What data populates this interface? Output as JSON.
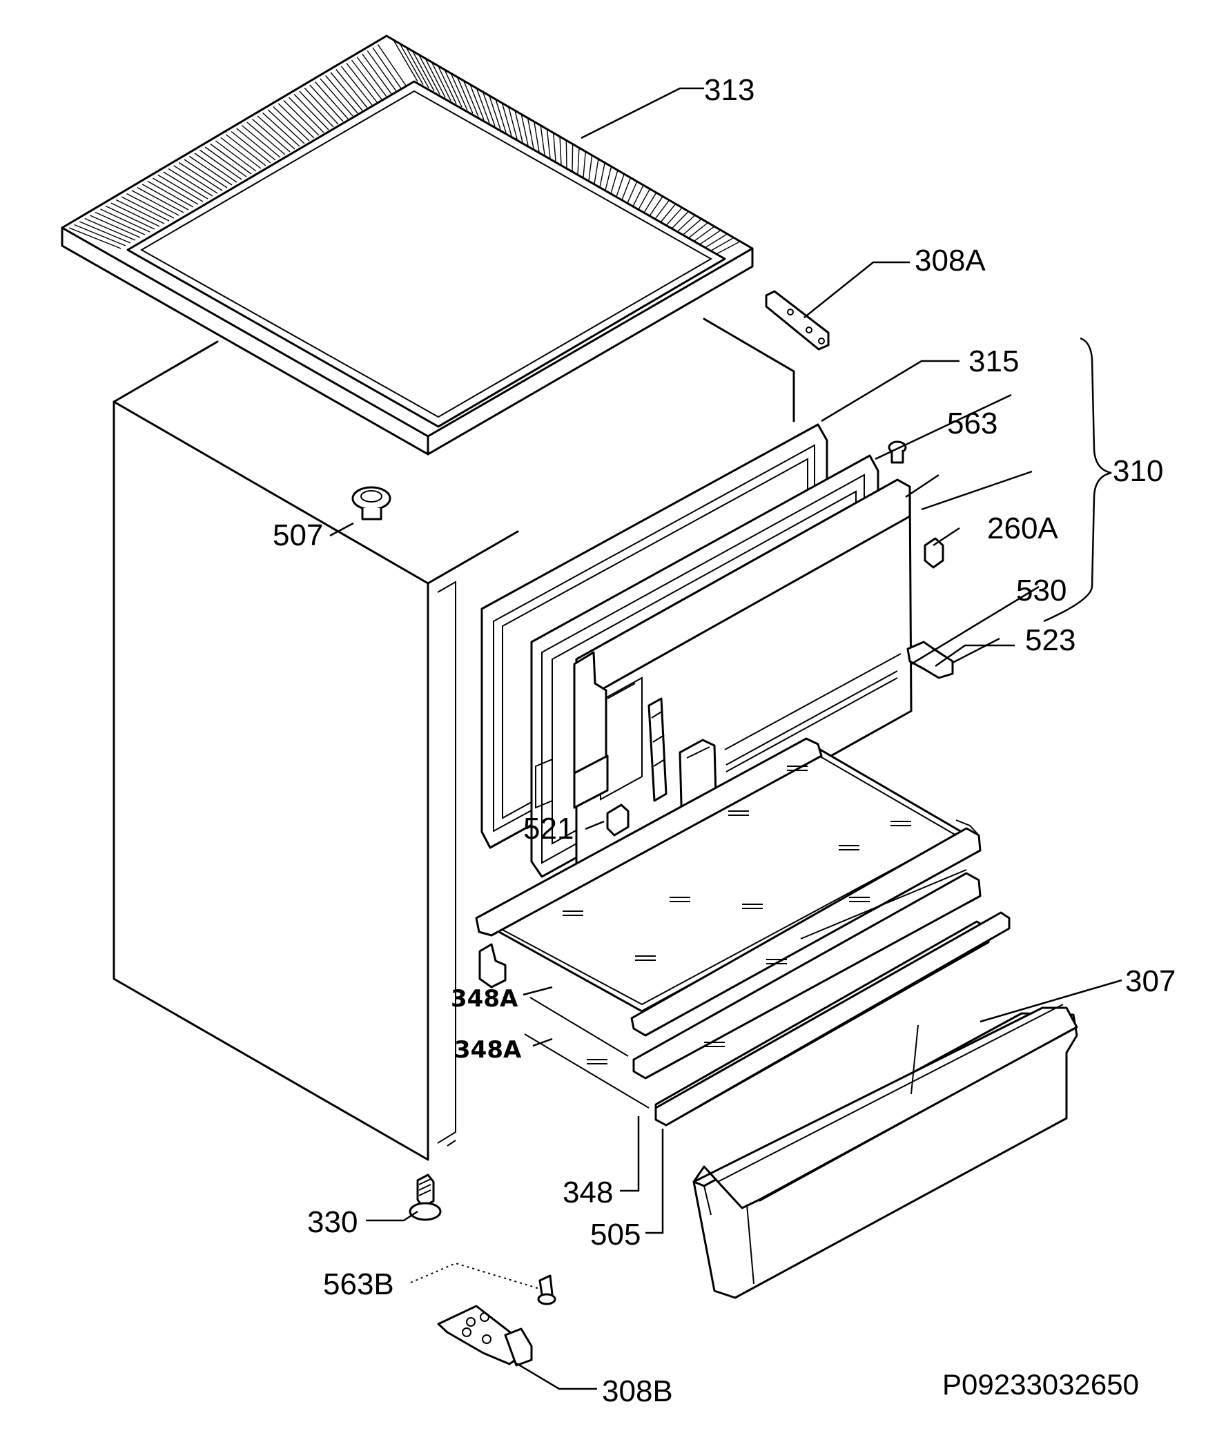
{
  "diagram": {
    "drawing_number": "P09233032650",
    "labels": {
      "c313": "313",
      "c308A": "308A",
      "c315": "315",
      "c563": "563",
      "c310": "310",
      "c507": "507",
      "c260A": "260A",
      "c530": "530",
      "c523": "523",
      "c521": "521",
      "c307": "307",
      "c348A_upper": "348A",
      "c348A_lower": "348A",
      "c348": "348",
      "c330": "330",
      "c505": "505",
      "c563B": "563B",
      "c308B": "308B"
    }
  }
}
